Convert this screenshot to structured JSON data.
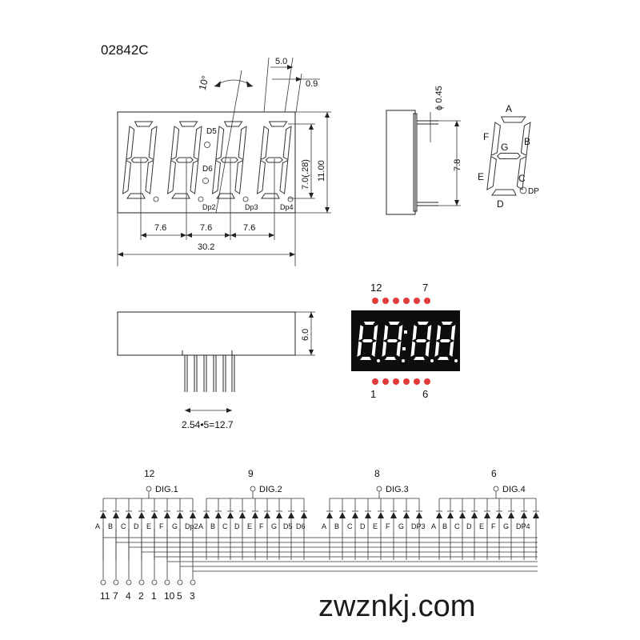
{
  "part_number": "02842C",
  "top_view": {
    "tilt_angle": "10°",
    "dim_5_0": "5.0",
    "dim_0_9": "0.9",
    "dim_7_0": "7.0(.28)",
    "dim_11_00": "11.00",
    "pitch_1": "7.6",
    "pitch_2": "7.6",
    "pitch_3": "7.6",
    "width": "30.2",
    "dp_labels": [
      "Dp2",
      "Dp3",
      "Dp4"
    ],
    "colon_labels": [
      "D5",
      "D6"
    ]
  },
  "side_view": {
    "pin_diameter": "ϕ 0.45",
    "height": "7.8"
  },
  "segment_diagram": {
    "labels": [
      "A",
      "B",
      "C",
      "D",
      "E",
      "F",
      "G",
      "DP"
    ]
  },
  "bottom_view": {
    "thickness": "6.0",
    "pin_pitch": "2.54•5=12.7"
  },
  "photo": {
    "pin_top_left": "12",
    "pin_top_right": "7",
    "pin_bottom_left": "1",
    "pin_bottom_right": "6"
  },
  "schematic": {
    "digits": [
      {
        "pin": "12",
        "name": "DIG.1",
        "segments": [
          "A",
          "B",
          "C",
          "D",
          "E",
          "F",
          "G",
          "Dp2"
        ]
      },
      {
        "pin": "9",
        "name": "DIG.2",
        "segments": [
          "A",
          "B",
          "C",
          "D",
          "E",
          "F",
          "G",
          "D5",
          "D6"
        ]
      },
      {
        "pin": "8",
        "name": "DIG.3",
        "segments": [
          "A",
          "B",
          "C",
          "D",
          "E",
          "F",
          "G",
          "DP3"
        ]
      },
      {
        "pin": "6",
        "name": "DIG.4",
        "segments": [
          "A",
          "B",
          "C",
          "D",
          "E",
          "F",
          "G",
          "DP4"
        ]
      }
    ],
    "bottom_pins": [
      "11",
      "7",
      "4",
      "2",
      "1",
      "10",
      "5",
      "3"
    ]
  },
  "watermark": "zwznkj.com"
}
